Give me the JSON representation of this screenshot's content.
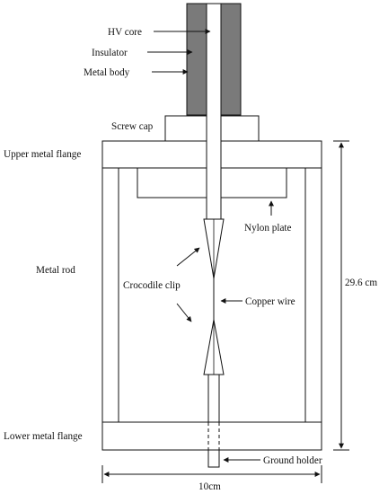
{
  "diagram": {
    "labels": {
      "hv_core": "HV core",
      "insulator": "Insulator",
      "metal_body": "Metal body",
      "screw_cap": "Screw cap",
      "upper_metal_flange": "Upper metal flange",
      "nylon_plate": "Nylon plate",
      "metal_rod": "Metal rod",
      "crocodile_clip": "Crocodile clip",
      "copper_wire": "Copper wire",
      "lower_metal_flange": "Lower metal flange",
      "ground_holder": "Ground holder",
      "height_dimension": "29.6 cm",
      "width_dimension": "10cm"
    },
    "colors": {
      "line": "#111111",
      "metal_body_fill": "#7a7a7a",
      "background": "#ffffff"
    }
  }
}
